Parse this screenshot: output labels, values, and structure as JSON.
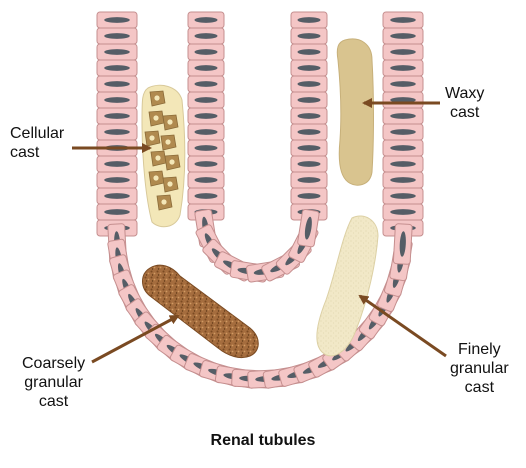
{
  "labels": {
    "cellular": [
      "Cellular",
      "cast"
    ],
    "waxy": [
      "Waxy",
      "cast"
    ],
    "coarsely": [
      "Coarsely",
      "granular",
      "cast"
    ],
    "finely": [
      "Finely",
      "granular",
      "cast"
    ]
  },
  "caption": "Renal tubules",
  "colors": {
    "cell_fill": "#f4c6c6",
    "cell_stroke": "#c58f8f",
    "nucleus": "#555d66",
    "waxy_cast": "#d9c48f",
    "cellular_cast": "#f3e7b8",
    "cellular_cells": "#b08a4f",
    "coarse_cast": "#a06a3c",
    "fine_cast": "#f1e8c7",
    "arrow": "#7a4a22"
  },
  "icons": [
    "tubule-wall",
    "cast-shape",
    "arrow"
  ]
}
